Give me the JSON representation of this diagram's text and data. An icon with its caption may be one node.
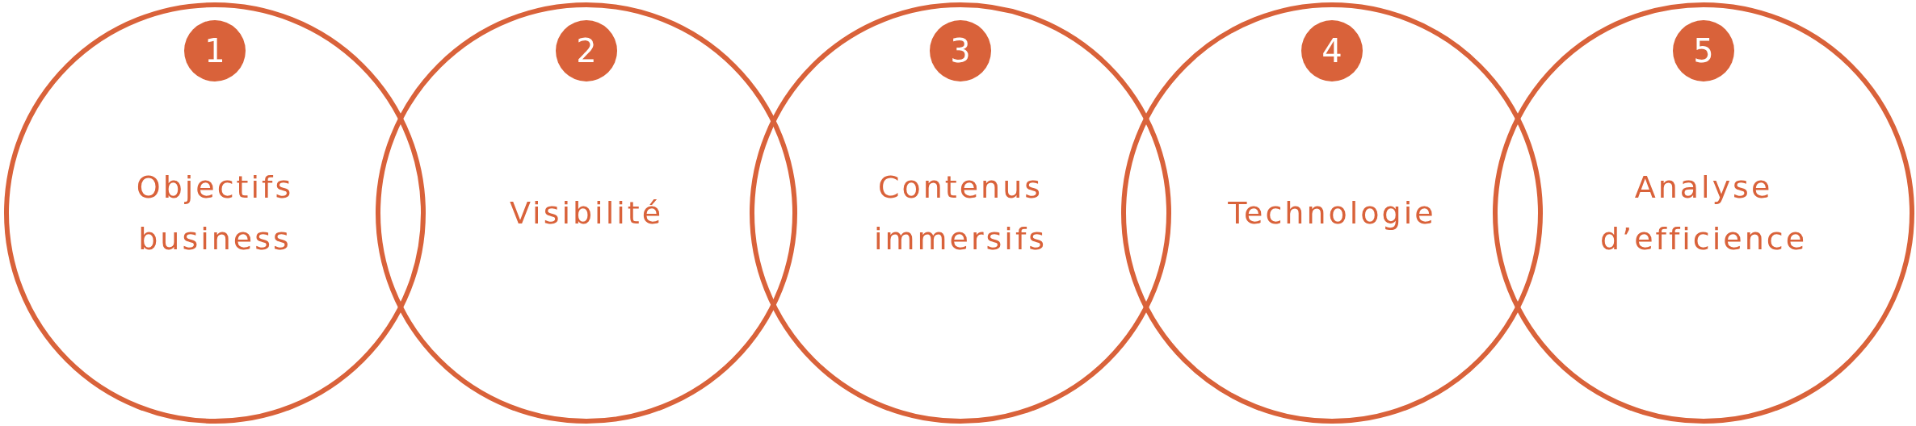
{
  "diagram": {
    "nodes": [
      {
        "text": [
          "Objectifs business"
        ]
      },
      {
        "text": [
          "1"
        ],
        "in": 0
      },
      {
        "text": [
          "Visibilité"
        ]
      },
      {
        "text": [
          "2"
        ],
        "in": 2
      },
      {
        "text": [
          "Contenus immersifs"
        ]
      },
      {
        "text": [
          "3"
        ],
        "in": 4
      },
      {
        "text": [
          "Technologie"
        ]
      },
      {
        "text": [
          "4"
        ],
        "in": 6
      },
      {
        "text": [
          "Analyse d’efficience"
        ]
      },
      {
        "text": [
          "5"
        ],
        "in": 8
      }
    ],
    "edges": []
  }
}
